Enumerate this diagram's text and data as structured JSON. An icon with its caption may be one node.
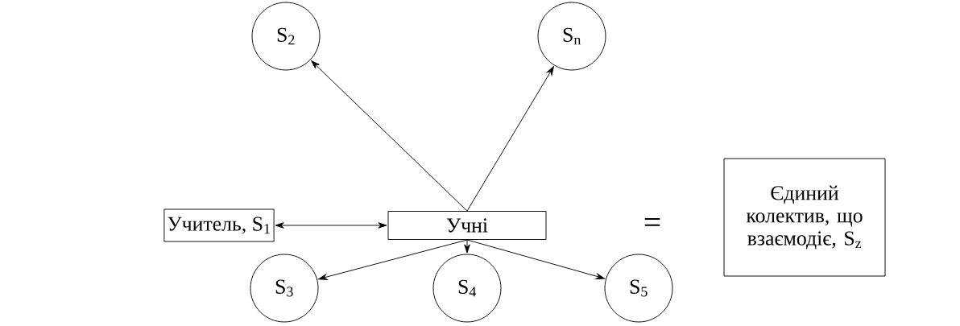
{
  "diagram": {
    "nodes": [
      {
        "text": [
          "Учитель, S$_{1}$"
        ]
      },
      {
        "text": [
          "Учні"
        ]
      },
      {
        "text": [
          "S$_{2}$"
        ]
      },
      {
        "text": [
          "S$_{n}$"
        ]
      },
      {
        "text": [
          "S$_{3}$"
        ]
      },
      {
        "text": [
          "S$_{4}$"
        ]
      },
      {
        "text": [
          "S$_{5}$"
        ]
      },
      {
        "text": [
          "Єдиний колектив, що взаємодіє, S$_{z}$"
        ]
      }
    ],
    "edges": [
      {
        "from": 0,
        "to": 1,
        "arrow": "both"
      },
      {
        "from": 1,
        "to": 2,
        "arrow": "to"
      },
      {
        "from": 1,
        "to": 3,
        "arrow": "to"
      },
      {
        "from": 1,
        "to": 4,
        "arrow": "to"
      },
      {
        "from": 1,
        "to": 5,
        "arrow": "to"
      },
      {
        "from": 1,
        "to": 6,
        "arrow": "to"
      }
    ],
    "labels": [
      "="
    ]
  }
}
